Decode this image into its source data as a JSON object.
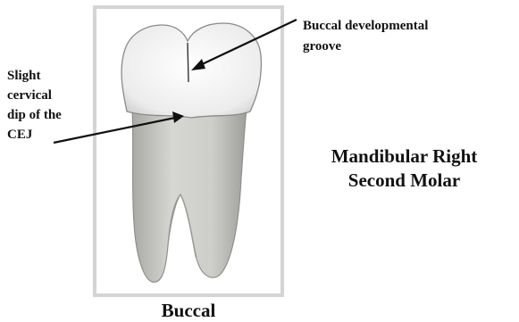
{
  "labels": {
    "groove": "Buccal developmental groove",
    "groove_line1": "Buccal developmental",
    "groove_line2": "groove",
    "cej_line1": "Slight",
    "cej_line2": "cervical",
    "cej_line3": "dip of the",
    "cej_line4": "CEJ"
  },
  "title": {
    "line1": "Mandibular Right",
    "line2": "Second Molar"
  },
  "view_label": "Buccal",
  "colors": {
    "frame": "#d4d4d4",
    "crown": "#f2f2f2",
    "root": "#cfcfcb",
    "text": "#111111"
  }
}
